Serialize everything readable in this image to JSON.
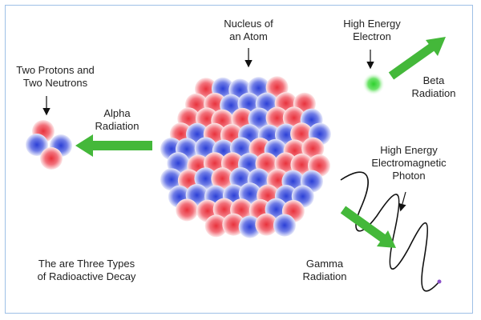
{
  "labels": {
    "nucleus": [
      "Nucleus of",
      "an Atom"
    ],
    "electron": [
      "High Energy",
      "Electron"
    ],
    "beta": [
      "Beta",
      "Radiation"
    ],
    "alpha_particle": [
      "Two Protons and",
      "Two Neutrons"
    ],
    "alpha": [
      "Alpha",
      "Radiation"
    ],
    "photon": [
      "High Energy",
      "Electromagnetic",
      "Photon"
    ],
    "gamma": [
      "Gamma",
      "Radiation"
    ],
    "caption": [
      "The are Three Types",
      "of Radioactive Decay"
    ]
  },
  "colors": {
    "proton": "#e8323c",
    "neutron": "#2b3fd6",
    "arrow": "#44b83a",
    "electron": "#39d63a",
    "border": "#9ec0e6"
  }
}
